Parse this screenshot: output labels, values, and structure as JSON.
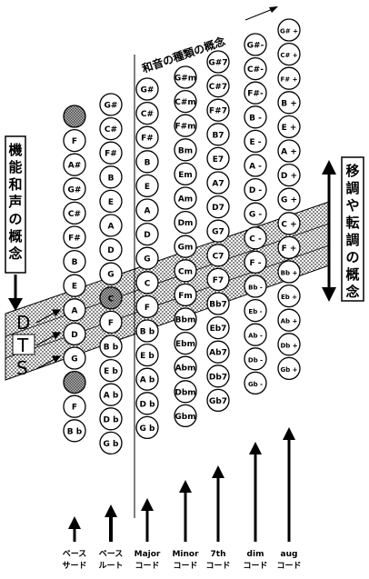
{
  "title": "和音の種類の概念",
  "left_box": [
    "機",
    "能",
    "和",
    "声",
    "の",
    "概",
    "念"
  ],
  "right_box": [
    "移",
    "調",
    "や",
    "転",
    "調",
    "の",
    "概",
    "念"
  ],
  "dts": [
    "D",
    "T",
    "S"
  ],
  "columns": [
    {
      "id": "bass-third",
      "label": [
        "ベース",
        "サード"
      ],
      "buttons": [
        "",
        "F",
        "A#",
        "G#",
        "C#",
        "F#",
        "B",
        "E",
        "A",
        "D",
        "G",
        "",
        "F",
        "B b"
      ],
      "shaded": [
        0,
        11
      ]
    },
    {
      "id": "bass-root",
      "label": [
        "ベース",
        "ルート"
      ],
      "buttons": [
        "G#",
        "C#",
        "F#",
        "B",
        "E",
        "A",
        "D",
        "G",
        "C",
        "F",
        "B b",
        "E b",
        "A b",
        "D b",
        "G b"
      ],
      "shaded": [
        8
      ]
    },
    {
      "id": "major",
      "label": [
        "Major",
        "コード"
      ],
      "buttons": [
        "G#",
        "C#",
        "F#",
        "B",
        "E",
        "A",
        "D",
        "G",
        "C",
        "F",
        "B b",
        "E b",
        "A b",
        "D b",
        "G b"
      ],
      "shaded": []
    },
    {
      "id": "minor",
      "label": [
        "Minor",
        "コード"
      ],
      "buttons": [
        "G#m",
        "C#m",
        "F#m",
        "Bm",
        "Em",
        "Am",
        "Dm",
        "Gm",
        "Cm",
        "Fm",
        "Bbm",
        "Ebm",
        "Abm",
        "Dbm",
        "Gbm"
      ],
      "shaded": []
    },
    {
      "id": "seventh",
      "label": [
        "7th",
        "コード"
      ],
      "buttons": [
        "G#7",
        "C#7",
        "F#7",
        "B7",
        "E7",
        "A7",
        "D7",
        "G7",
        "C7",
        "F7",
        "Bb7",
        "Eb7",
        "Ab7",
        "Db7",
        "Gb7"
      ],
      "shaded": []
    },
    {
      "id": "dim",
      "label": [
        "dim",
        "コード"
      ],
      "buttons": [
        "G#-",
        "C#-",
        "F#-",
        "B -",
        "E -",
        "A -",
        "D -",
        "G -",
        "C -",
        "F -",
        "Bb -",
        "Eb -",
        "Ab -",
        "Db -",
        "Gb -"
      ],
      "shaded": []
    },
    {
      "id": "aug",
      "label": [
        "aug",
        "コード"
      ],
      "buttons": [
        "G# +",
        "C# +",
        "F# +",
        "B +",
        "E +",
        "A +",
        "D +",
        "G +",
        "C +",
        "F +",
        "Bb +",
        "Eb +",
        "Ab +",
        "Db +",
        "Gb +"
      ],
      "shaded": []
    }
  ]
}
